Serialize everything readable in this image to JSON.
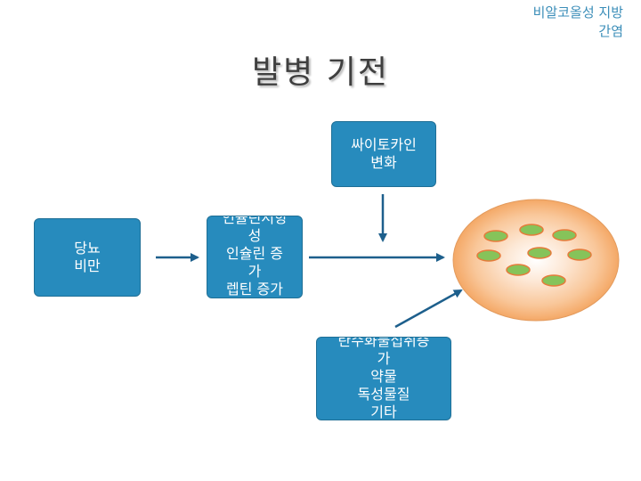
{
  "corner_title": [
    "비알코올성 지방",
    "간염"
  ],
  "title": "발병 기전",
  "boxes": {
    "cytokine": [
      "싸이토카인",
      "변화"
    ],
    "obesity": [
      "당뇨",
      "비만"
    ],
    "insulin": [
      "인슐린저항",
      "성",
      "인슐린 증",
      "가",
      "렙틴 증가"
    ],
    "carb": [
      "탄수화물섭취증",
      "가",
      "약물",
      "독성물질",
      "기타"
    ]
  },
  "colors": {
    "box_fill": "#278bbd",
    "arrow": "#1d5f8c",
    "liver_outer": "#f7b47a",
    "fat_droplet": "#86c35a"
  }
}
